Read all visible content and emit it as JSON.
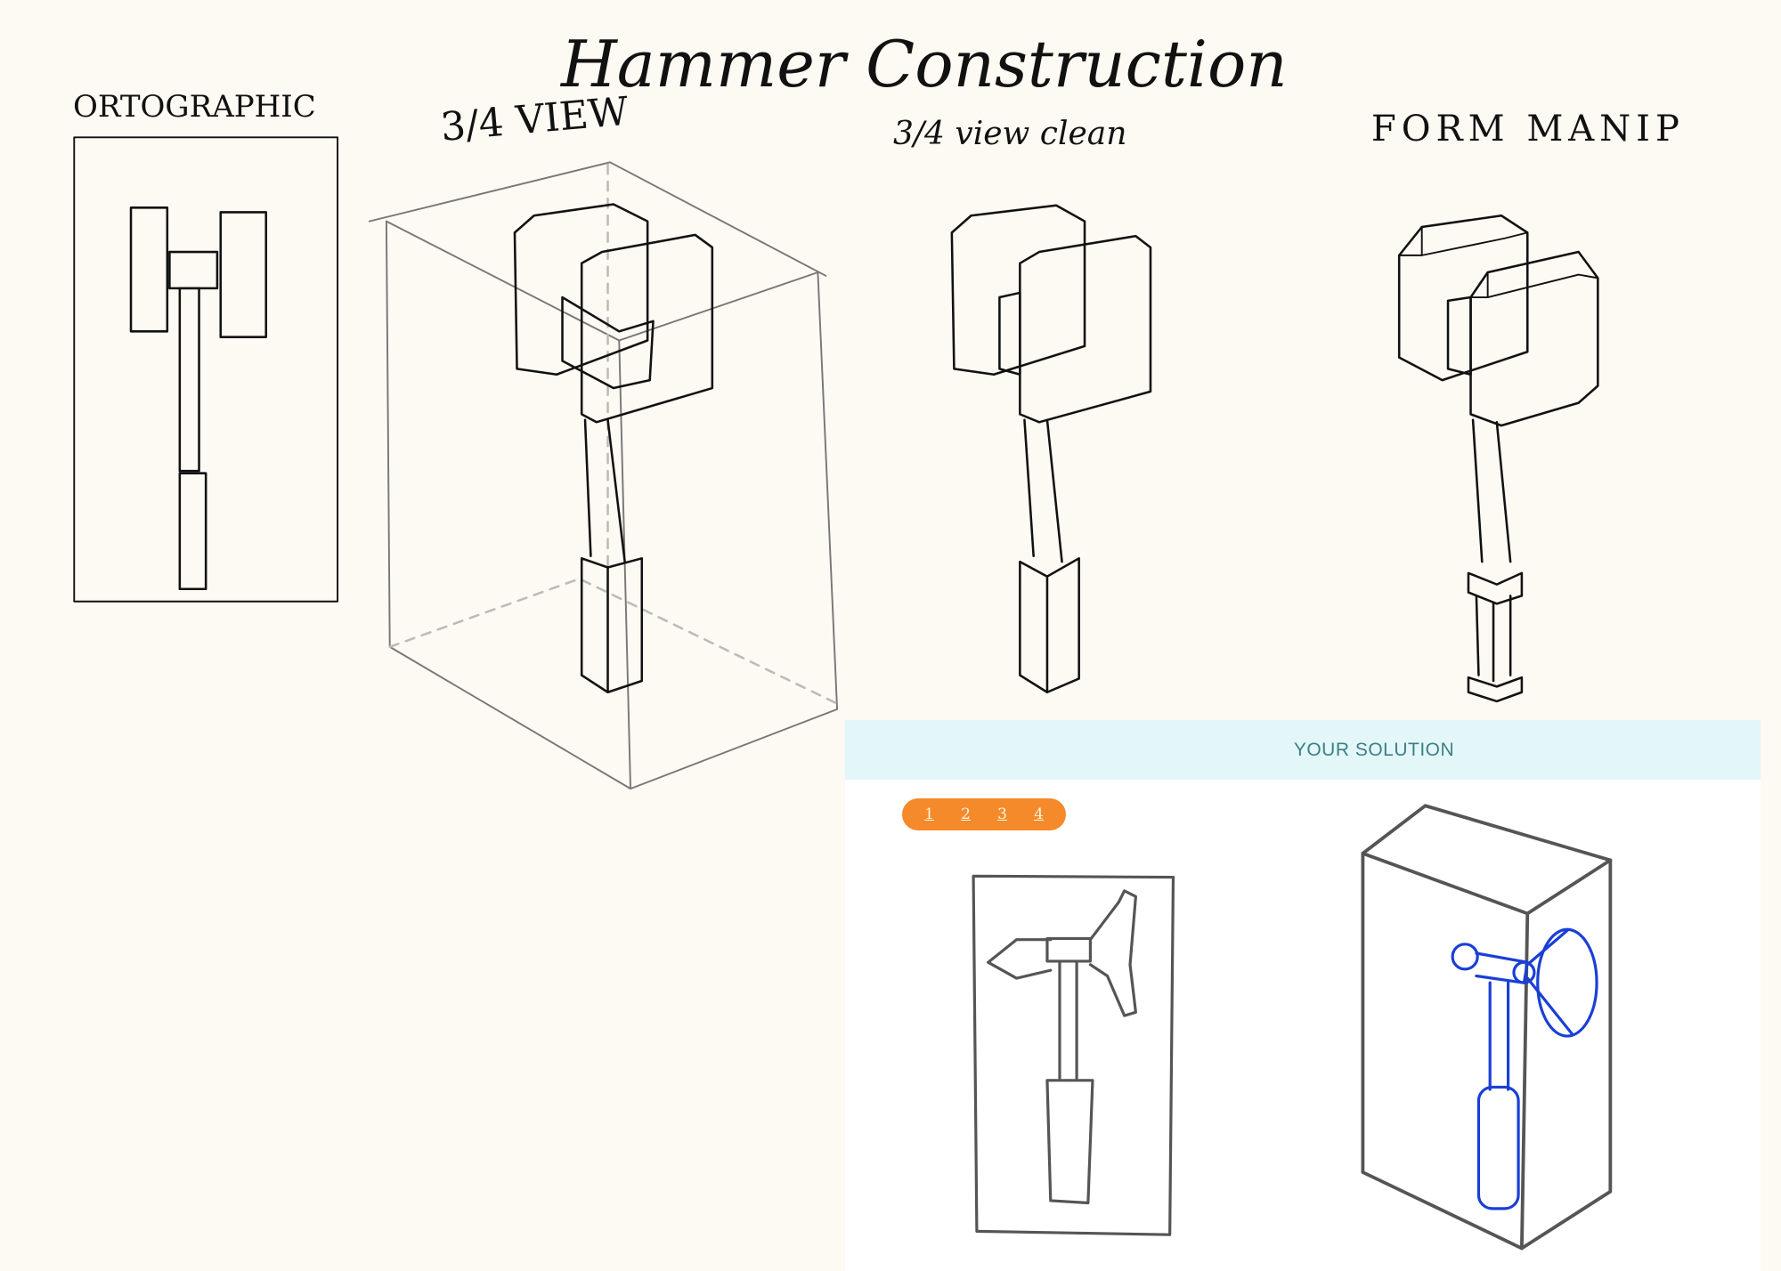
{
  "canvas": {
    "title": "Hammer Construction",
    "labels": {
      "orthographic": "ORTOGRAPHIC",
      "three_quarter": "3/4 VIEW",
      "three_quarter_clean": "3/4 view clean",
      "form_manip": "FORM MANIP"
    }
  },
  "solution_panel": {
    "header": "YOUR SOLUTION",
    "pages": [
      "1",
      "2",
      "3",
      "4"
    ]
  },
  "colors": {
    "background": "#fdf9f3",
    "header_bg": "#e4f7f8",
    "header_text": "#3c7f88",
    "pager": "#f58a2a",
    "solution_stroke": "#1a3fd6"
  }
}
